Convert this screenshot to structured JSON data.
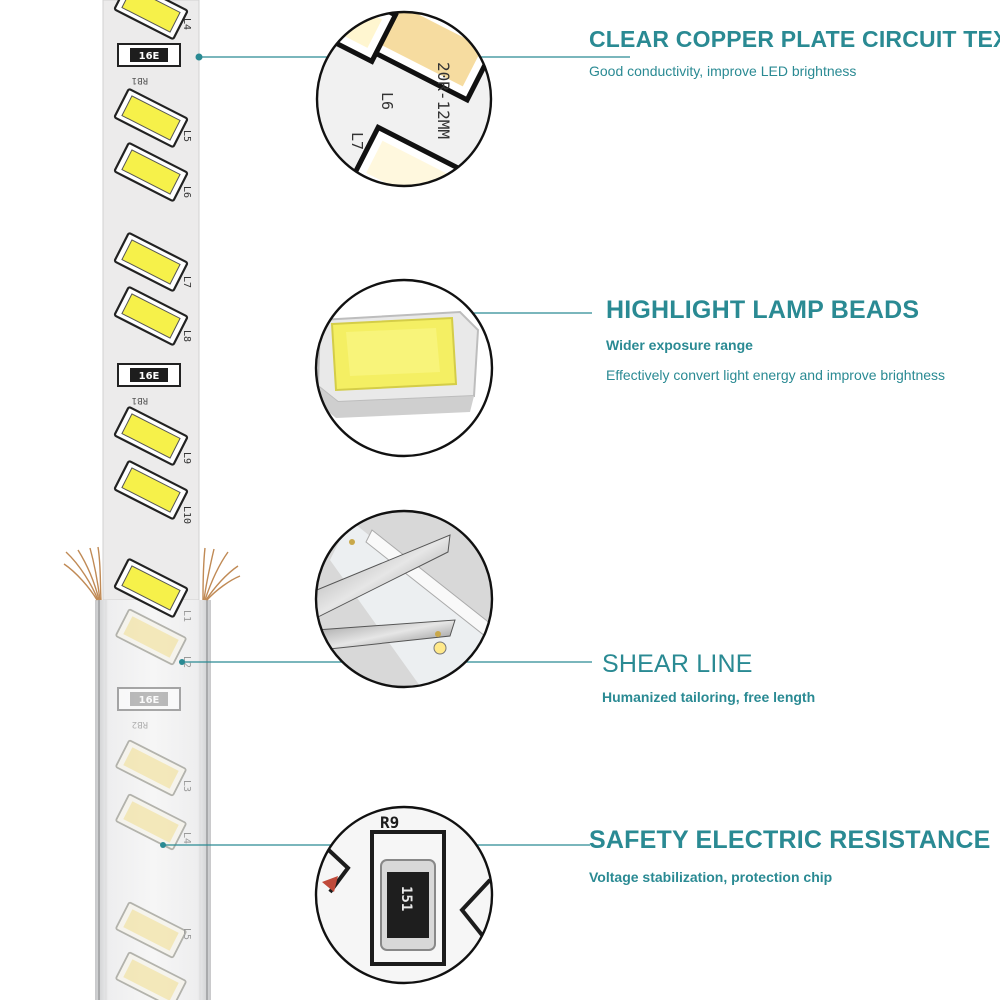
{
  "strip": {
    "resistor_code": "16E",
    "resistor_label": "RB1",
    "lower_resistor_label": "RB2",
    "led_labels": [
      "L4",
      "L5",
      "L6",
      "L7",
      "L8",
      "L9",
      "L10",
      "L1",
      "L2",
      "L3",
      "L4",
      "L5"
    ]
  },
  "details": {
    "circuit_print_1": "20R-12MM",
    "circuit_label_a": "L6",
    "circuit_label_b": "L7",
    "resistor_label": "R9",
    "resistor_code": "151"
  },
  "features": [
    {
      "title": "CLEAR COPPER PLATE CIRCUIT TEX",
      "subtitles": [
        "Good conductivity, improve LED brightness"
      ]
    },
    {
      "title": "HIGHLIGHT LAMP BEADS",
      "subtitles": [
        "Wider exposure range",
        "Effectively convert light energy and improve brightness"
      ]
    },
    {
      "title": "SHEAR LINE",
      "subtitles": [
        "Humanized tailoring, free length"
      ]
    },
    {
      "title": "SAFETY ELECTRIC RESISTANCE",
      "subtitles": [
        "Voltage stabilization, protection chip"
      ]
    }
  ],
  "colors": {
    "accent": "#2a8a93",
    "led_yellow": "#f6f14a",
    "led_warm": "#f3e6b0",
    "strip": "#ecebeb",
    "tube": "#d9dadc"
  }
}
